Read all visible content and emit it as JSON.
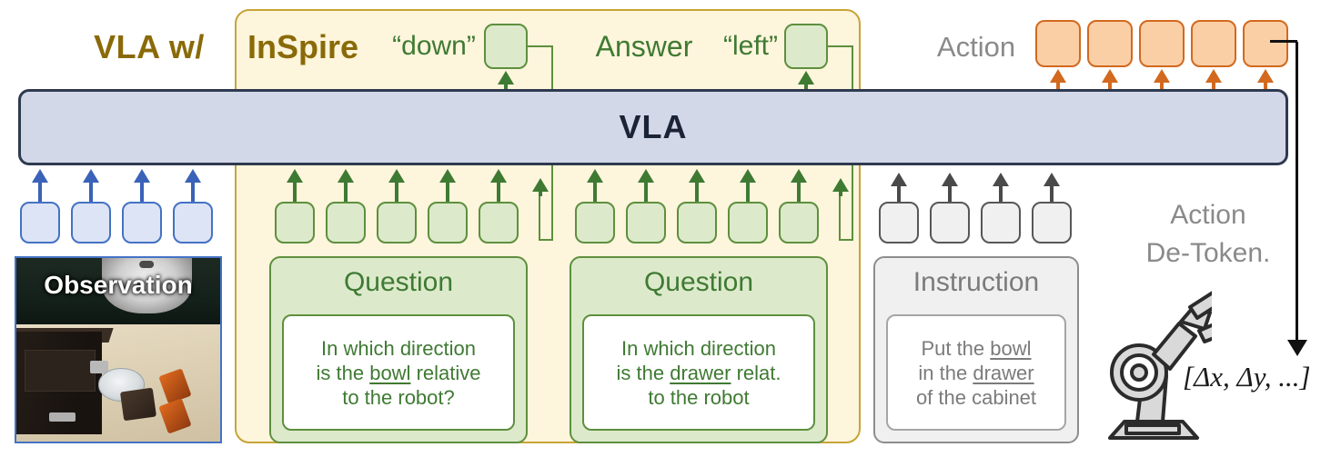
{
  "diagram": {
    "title_left": "VLA  w/",
    "inspire_title": "InSpire",
    "vla_block_label": "VLA",
    "answer_word": "Answer",
    "answer_1": "“down”",
    "answer_2": "“left”",
    "action_label": "Action",
    "detoken_label": "Action\nDe-Token.",
    "detoken_line1": "Action",
    "detoken_line2": "De-Token.",
    "delta_vector": "[Δx,  Δy, ...]",
    "observation_caption": "Observation"
  },
  "questions": [
    {
      "title": "Question",
      "line1": "In which direction",
      "line2_pre": "is the ",
      "line2_underline": "bowl",
      "line2_post": " relative",
      "line3": "to the robot?",
      "token_count": 5
    },
    {
      "title": "Question",
      "line1": "In which direction",
      "line2_pre": "is the ",
      "line2_underline": "drawer",
      "line2_post": " relat.",
      "line3": "to the robot",
      "token_count": 5
    }
  ],
  "instruction": {
    "title": "Instruction",
    "line1_pre": "Put the ",
    "line1_underline": "bowl",
    "line1_post": "",
    "line2_pre": "in the ",
    "line2_underline": "drawer",
    "line2_post": "",
    "line3": "of the cabinet",
    "token_count": 4
  },
  "tokens": {
    "observation_count": 4,
    "action_count": 5,
    "answer_count": 2
  },
  "colors": {
    "inspire_panel_fill": "#fdf5dc",
    "inspire_panel_border": "#c7a437",
    "inspire_title": "#8a6a08",
    "vla_bar_fill": "#d3d8e8",
    "vla_bar_border": "#2f3a4f",
    "token_blue_fill": "#dde4f5",
    "token_blue_border": "#4472c4",
    "token_green_fill": "#dceacb",
    "token_green_border": "#5e8f3e",
    "token_gray_fill": "#f0f0f0",
    "token_gray_border": "#575757",
    "token_orange_fill": "#fbcfa6",
    "token_orange_border": "#d2691e",
    "question_text": "#3f7a33",
    "instruction_text": "#7b7b7b",
    "action_label": "#8a8a8a"
  }
}
